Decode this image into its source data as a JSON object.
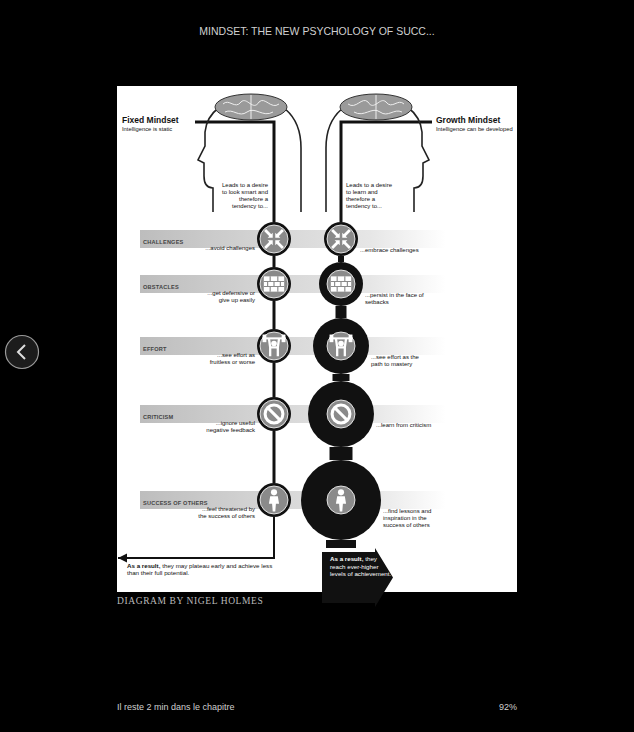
{
  "diagram": {
    "title": "MINDSET: THE NEW PSYCHOLOGY OF SUCC...",
    "caption": "DIAGRAM BY NIGEL HOLMES",
    "nodes": [
      {
        "text": [
          "Fixed Mindset",
          "Intelligence is static",
          "Leads to a desire to look smart and therefore a tendency to..."
        ]
      },
      {
        "text": [
          "Growth Mindset",
          "Intelligence can be developed",
          "Leads to a desire to learn and therefore a tendency to..."
        ]
      },
      {
        "text": [
          "CHALLENGES"
        ]
      },
      {
        "text": [
          "...avoid challenges"
        ]
      },
      {
        "text": [
          "...embrace challenges"
        ]
      },
      {
        "text": [
          "OBSTACLES"
        ]
      },
      {
        "text": [
          "...get defensive or give up easily"
        ]
      },
      {
        "text": [
          "...persist in the face of setbacks"
        ]
      },
      {
        "text": [
          "EFFORT"
        ]
      },
      {
        "text": [
          "...see effort as fruitless or worse"
        ]
      },
      {
        "text": [
          "...see effort as the path to mastery"
        ]
      },
      {
        "text": [
          "CRITICISM"
        ]
      },
      {
        "text": [
          "...ignore useful negative feedback"
        ]
      },
      {
        "text": [
          "...learn from criticism"
        ]
      },
      {
        "text": [
          "SUCCESS OF OTHERS"
        ]
      },
      {
        "text": [
          "...feel threatened by the success of others"
        ]
      },
      {
        "text": [
          "...find lessons and inspiration in the success of others"
        ]
      },
      {
        "text": [
          "As a result,",
          "they may plateau early and achieve less than their full potential."
        ]
      },
      {
        "text": [
          "As a result,",
          "they reach ever-higher levels of achievement."
        ]
      }
    ],
    "edges": [
      {
        "from": 0,
        "to": 3,
        "arrow": "none"
      },
      {
        "from": 3,
        "to": 6,
        "arrow": "none"
      },
      {
        "from": 6,
        "to": 9,
        "arrow": "none"
      },
      {
        "from": 9,
        "to": 12,
        "arrow": "none"
      },
      {
        "from": 12,
        "to": 15,
        "arrow": "none"
      },
      {
        "from": 15,
        "to": 17,
        "arrow": "to"
      },
      {
        "from": 1,
        "to": 4,
        "arrow": "none"
      },
      {
        "from": 4,
        "to": 7,
        "arrow": "none"
      },
      {
        "from": 7,
        "to": 10,
        "arrow": "none"
      },
      {
        "from": 10,
        "to": 13,
        "arrow": "none"
      },
      {
        "from": 13,
        "to": 16,
        "arrow": "none"
      },
      {
        "from": 16,
        "to": 18,
        "arrow": "none"
      }
    ],
    "labels": [
      "Il reste 2 min dans le chapitre",
      "92%"
    ]
  }
}
